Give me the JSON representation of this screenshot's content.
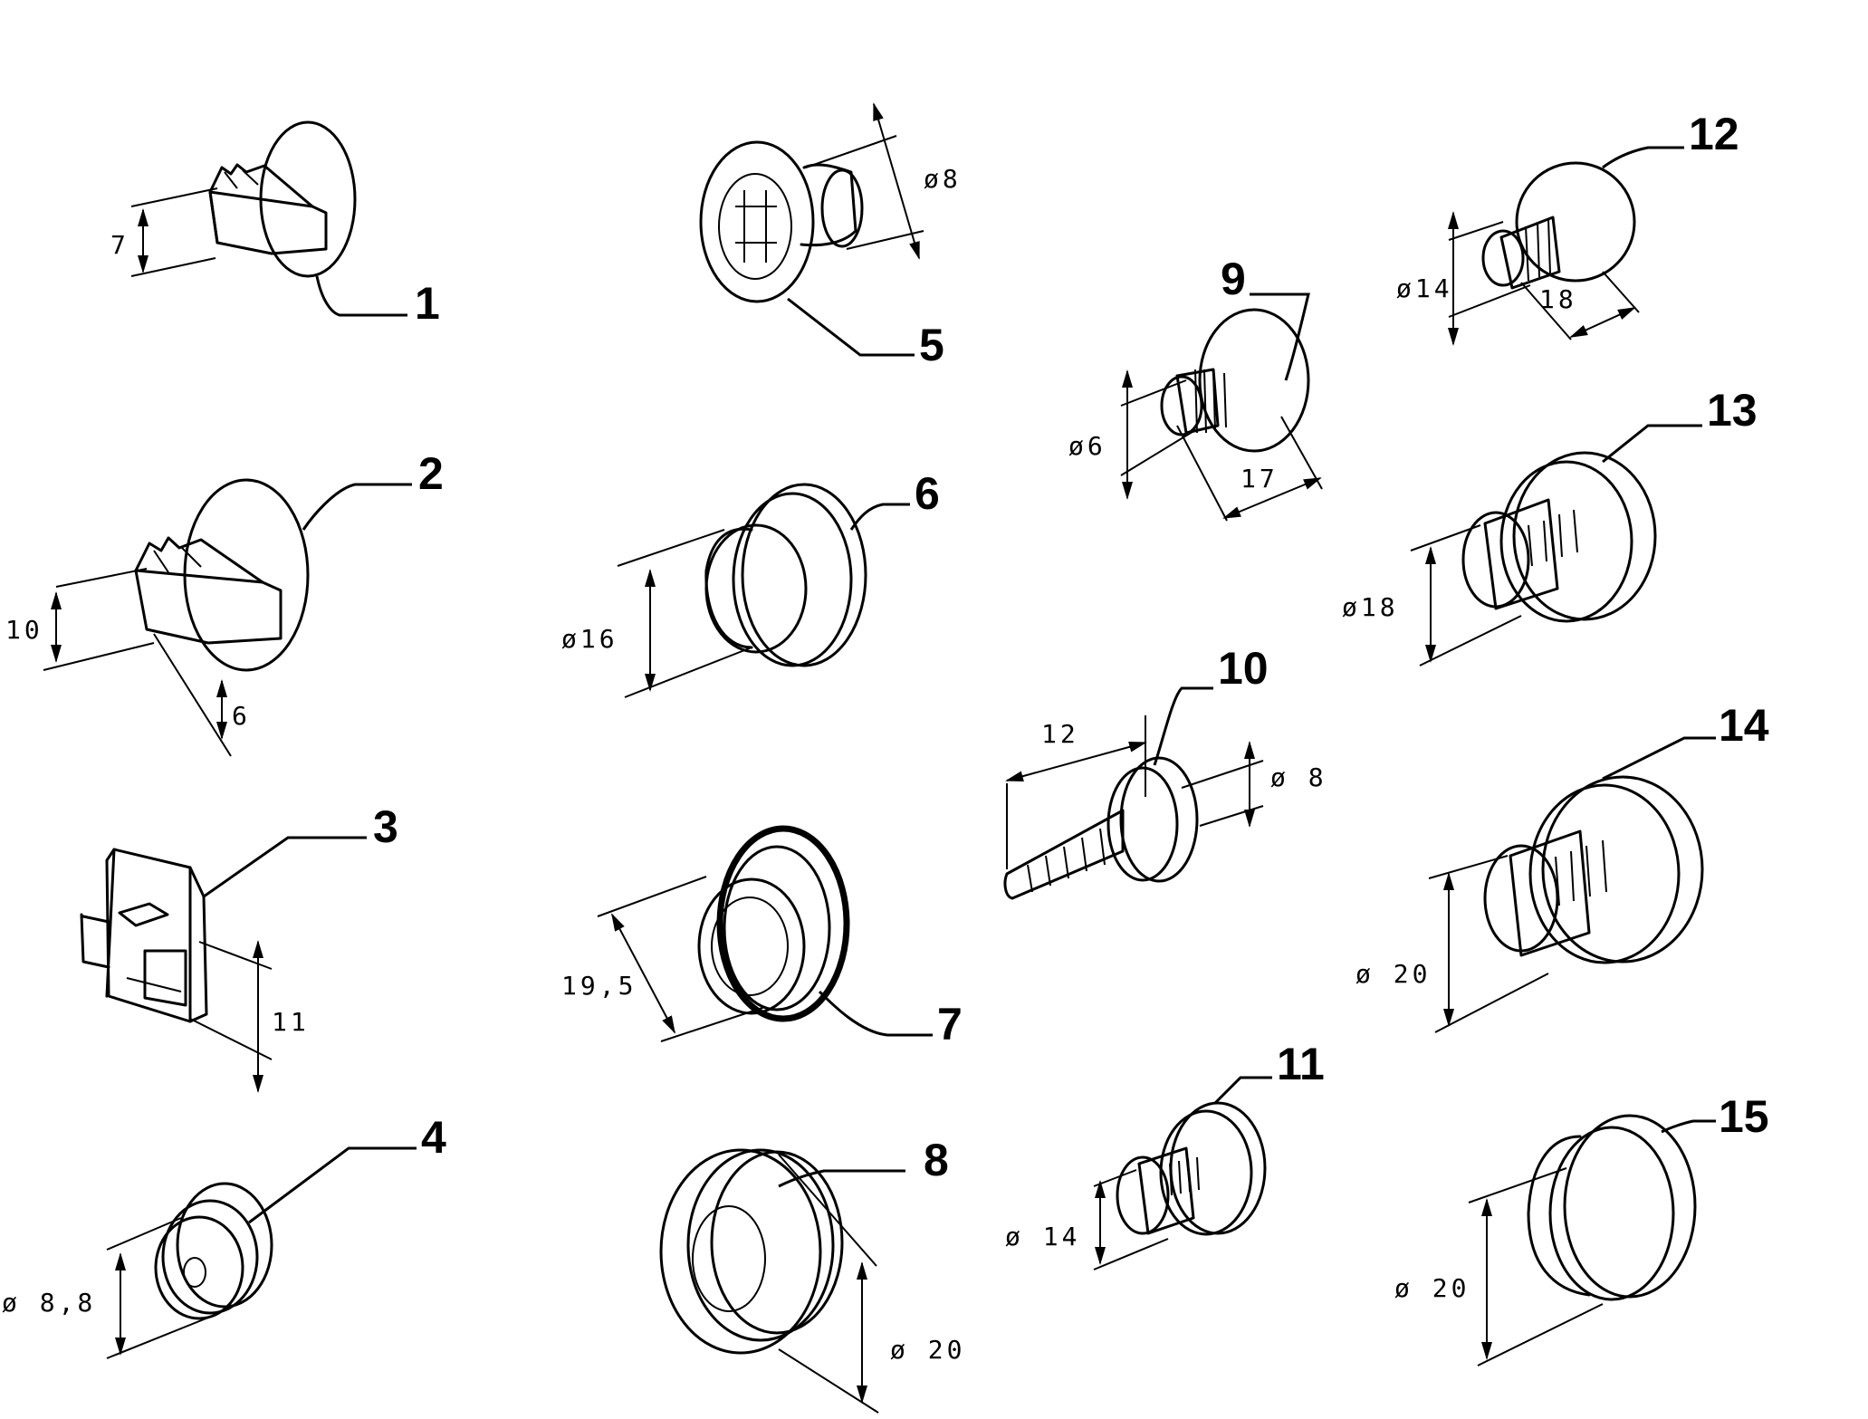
{
  "parts": [
    {
      "id": "1",
      "dims": [
        "7"
      ]
    },
    {
      "id": "2",
      "dims": [
        "10",
        "6"
      ]
    },
    {
      "id": "3",
      "dims": [
        "11"
      ]
    },
    {
      "id": "4",
      "dims": [
        "ø 8,8"
      ]
    },
    {
      "id": "5",
      "dims": [
        "ø8"
      ]
    },
    {
      "id": "6",
      "dims": [
        "ø16"
      ]
    },
    {
      "id": "7",
      "dims": [
        "19,5"
      ]
    },
    {
      "id": "8",
      "dims": [
        "ø 20"
      ]
    },
    {
      "id": "9",
      "dims": [
        "ø6",
        "17"
      ]
    },
    {
      "id": "10",
      "dims": [
        "12",
        "ø 8"
      ]
    },
    {
      "id": "11",
      "dims": [
        "ø 14"
      ]
    },
    {
      "id": "12",
      "dims": [
        "ø14",
        "18"
      ]
    },
    {
      "id": "13",
      "dims": [
        "ø18"
      ]
    },
    {
      "id": "14",
      "dims": [
        "ø 20"
      ]
    },
    {
      "id": "15",
      "dims": [
        "ø 20"
      ]
    }
  ]
}
